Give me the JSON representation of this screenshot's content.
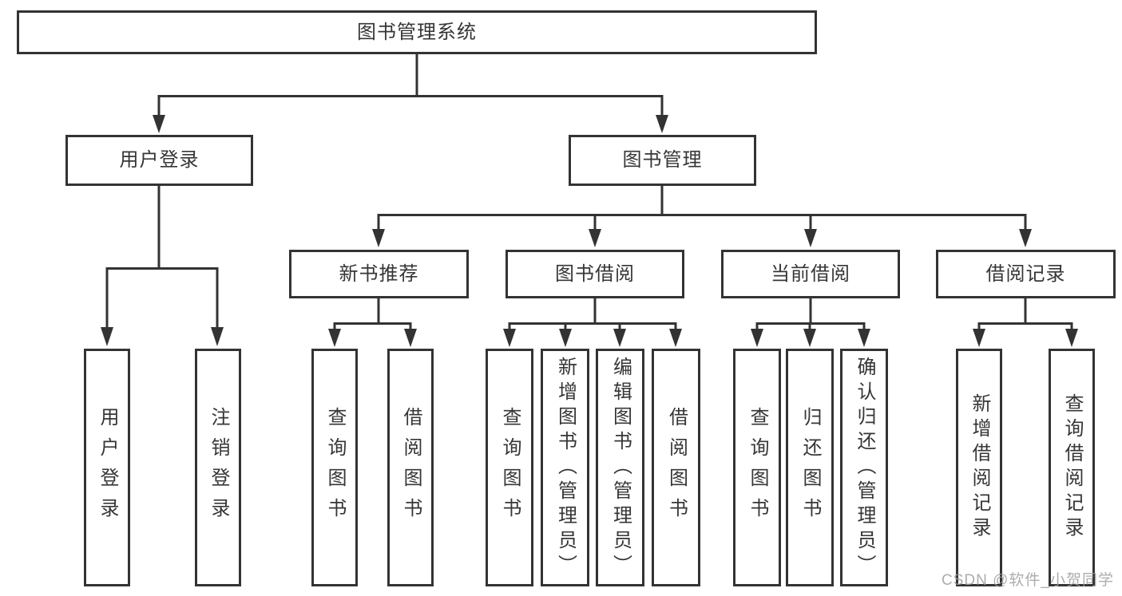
{
  "diagram": {
    "title": "图书管理系统",
    "root": {
      "label": "图书管理系统"
    },
    "level2": [
      {
        "label": "用户登录"
      },
      {
        "label": "图书管理"
      }
    ],
    "level3": [
      {
        "label": "新书推荐",
        "parent": "图书管理"
      },
      {
        "label": "图书借阅",
        "parent": "图书管理"
      },
      {
        "label": "当前借阅",
        "parent": "图书管理"
      },
      {
        "label": "借阅记录",
        "parent": "图书管理"
      }
    ],
    "leaves": [
      {
        "label": "用户登录",
        "parent": "用户登录"
      },
      {
        "label": "注销登录",
        "parent": "用户登录"
      },
      {
        "label": "查询图书",
        "parent": "新书推荐"
      },
      {
        "label": "借阅图书",
        "parent": "新书推荐"
      },
      {
        "label": "查询图书",
        "parent": "图书借阅"
      },
      {
        "label": "新增图书（管理员）",
        "parent": "图书借阅"
      },
      {
        "label": "编辑图书（管理员）",
        "parent": "图书借阅"
      },
      {
        "label": "借阅图书",
        "parent": "图书借阅"
      },
      {
        "label": "查询图书",
        "parent": "当前借阅"
      },
      {
        "label": "归还图书",
        "parent": "当前借阅"
      },
      {
        "label": "确认归还（管理员）",
        "parent": "当前借阅"
      },
      {
        "label": "新增借阅记录",
        "parent": "借阅记录"
      },
      {
        "label": "查询借阅记录",
        "parent": "借阅记录"
      }
    ],
    "watermark": "CSDN @软件_小贺同学",
    "colors": {
      "line": "#333333",
      "text": "#363636",
      "background": "#ffffff",
      "watermark": "#9e9e9e"
    }
  }
}
